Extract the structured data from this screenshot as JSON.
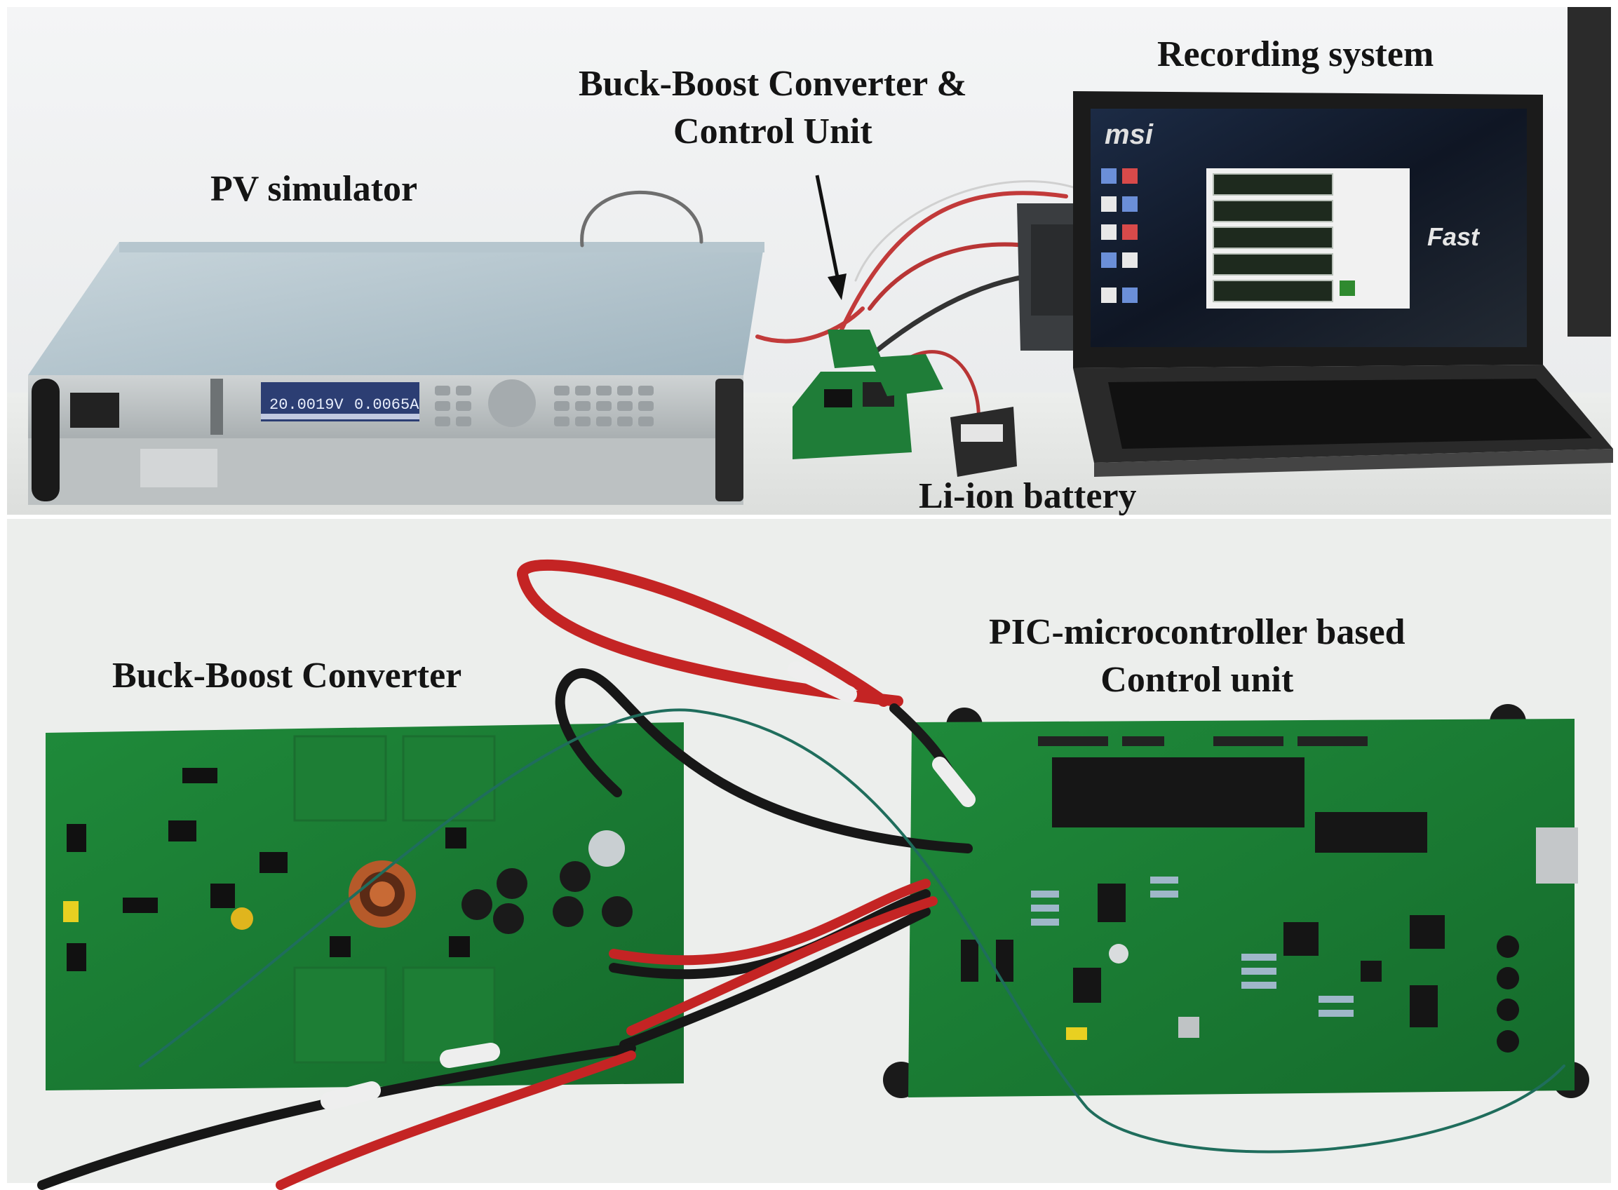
{
  "figure": {
    "labels": {
      "pv_simulator": "PV simulator",
      "buck_boost_control_line1": "Buck-Boost Converter &",
      "buck_boost_control_line2": "Control Unit",
      "recording_system": "Recording system",
      "li_ion_battery": "Li-ion battery",
      "buck_boost_converter": "Buck-Boost Converter",
      "pic_control_line1": "PIC-microcontroller based",
      "pic_control_line2": "Control unit"
    },
    "pv_display": {
      "voltage": "20.0019V",
      "current": "0.0065A"
    },
    "laptop": {
      "logo": "msi",
      "badge": "Fast"
    }
  }
}
